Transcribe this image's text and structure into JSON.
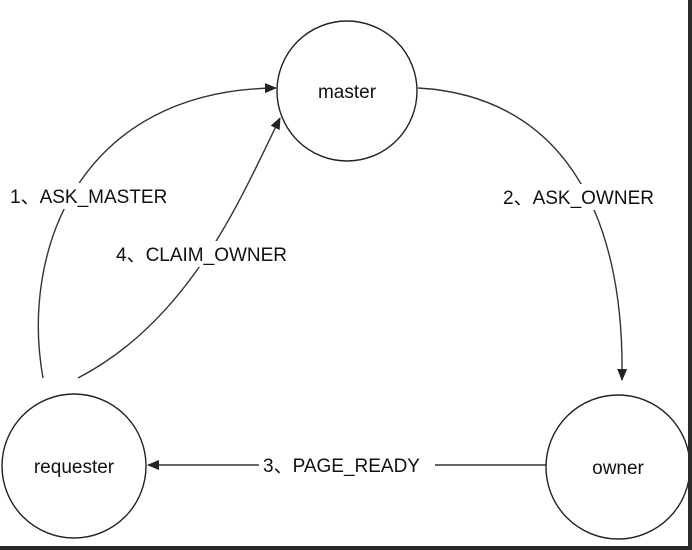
{
  "nodes": {
    "master": "master",
    "owner": "owner",
    "requester": "requester"
  },
  "edges": {
    "ask_master": "1、ASK_MASTER",
    "ask_owner": "2、ASK_OWNER",
    "page_ready": "3、PAGE_READY",
    "claim_owner": "4、CLAIM_OWNER"
  },
  "colors": {
    "stroke": "#222222",
    "background": "#ffffff",
    "frame": "#2a2a2a"
  }
}
